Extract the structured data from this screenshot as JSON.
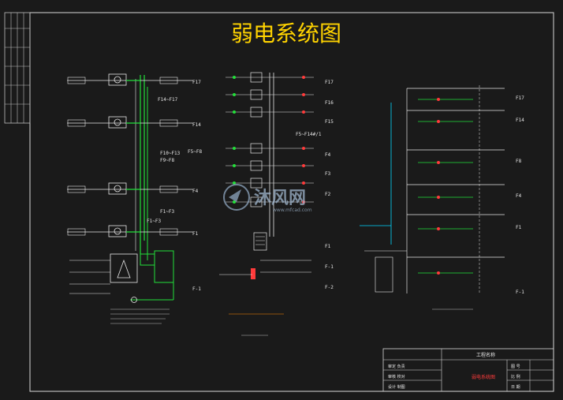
{
  "drawing_title": "弱电系统图",
  "watermark": {
    "name": "沐风网",
    "url": "www.mfcad.com"
  },
  "colors": {
    "background": "#1a1a1a",
    "frame": "#d8d8d8",
    "title": "#ffd300",
    "wire_green": "#22e03a",
    "wire_white": "#e6e6e6",
    "cyan": "#00d7ff",
    "red": "#ff3b3b",
    "yellow_text": "#ffd300"
  },
  "left_system": {
    "floor_labels": [
      "F17",
      "F14",
      "F10~F13",
      "F9~F8",
      "F4",
      "F1~F3",
      "F1",
      "F-1"
    ],
    "mid_labels": [
      "F14~F17",
      "F5~F8",
      "F1~F3"
    ]
  },
  "middle_system": {
    "floor_labels": [
      "F17",
      "F16",
      "F15",
      "F5~F14#/1",
      "F4",
      "F3",
      "F2",
      "F1",
      "F-1",
      "F-2"
    ]
  },
  "right_system": {
    "row_tags": [
      "F17",
      "F14",
      "F8",
      "F4",
      "F1",
      "F-1"
    ]
  },
  "title_block": {
    "project_label": "工程名称",
    "drawing_name_label": "弱电系统图",
    "rows": [
      "审定 负责",
      "审核 校对",
      "设计 制图"
    ],
    "right_labels": [
      "图 号",
      "比 例",
      "日 期"
    ]
  }
}
